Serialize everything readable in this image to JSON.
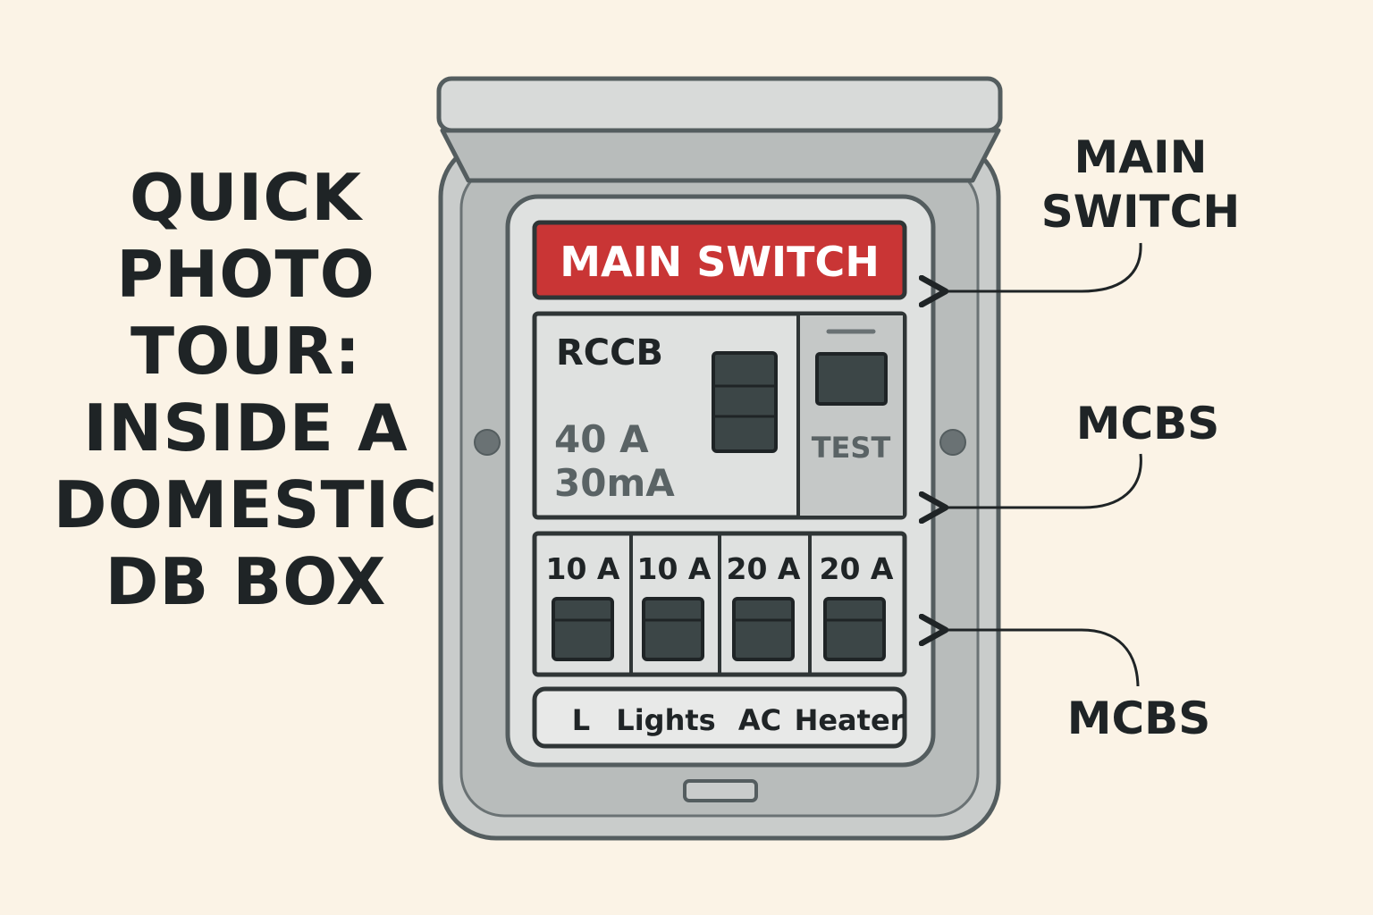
{
  "title": {
    "lines": [
      "QUICK",
      "PHOTO",
      "TOUR:",
      "INSIDE A",
      "DOMESTIC",
      "DB BOX"
    ]
  },
  "panel": {
    "main_switch_label": "MAIN SWITCH",
    "rccb": {
      "name": "RCCB",
      "current_rating": "40 A",
      "sensitivity": "30mA",
      "test_label": "TEST"
    },
    "mcbs": [
      {
        "rating": "10 A",
        "circuit": "L"
      },
      {
        "rating": "10 A",
        "circuit": "Lights"
      },
      {
        "rating": "20 A",
        "circuit": "AC"
      },
      {
        "rating": "20 A",
        "circuit": "Heater"
      }
    ]
  },
  "callouts": {
    "main_switch": {
      "line1": "MAIN",
      "line2": "SWITCH"
    },
    "mcbs_upper": "MCBS",
    "mcbs_lower": "MCBS"
  },
  "colors": {
    "background": "#fbf3e6",
    "enclosure": "#c9cccb",
    "outline": "#545d5f",
    "main_switch_red": "#c93535",
    "breaker_dark": "#3c4647"
  }
}
